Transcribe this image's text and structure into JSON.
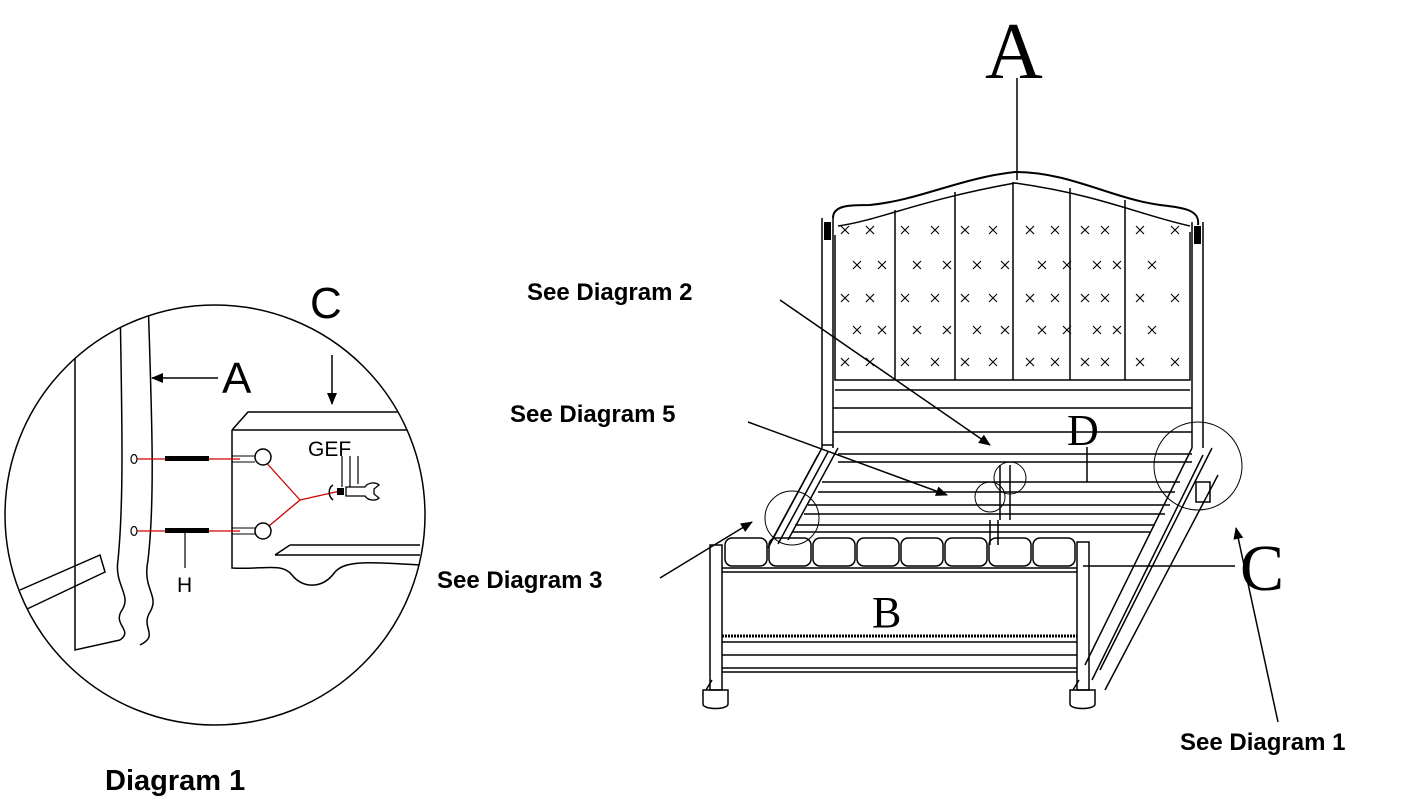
{
  "labels": {
    "headboard": "A",
    "footboard": "B",
    "side_rail": "C",
    "center_rail": "D",
    "see_diagram_2": "See Diagram 2",
    "see_diagram_5": "See Diagram 5",
    "see_diagram_3": "See Diagram 3",
    "see_diagram_1": "See Diagram 1"
  },
  "detail": {
    "caption": "Diagram 1",
    "part_a": "A",
    "part_c": "C",
    "hardware_gef": "GEF",
    "hardware_h": "H"
  },
  "colors": {
    "line": "#000000",
    "connector": "#d00000"
  }
}
